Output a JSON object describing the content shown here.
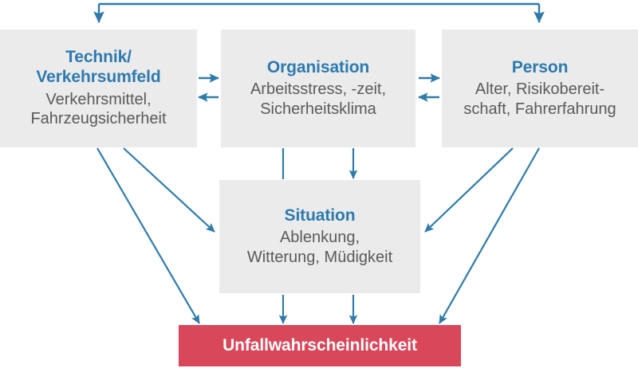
{
  "diagram": {
    "language": "de",
    "colors": {
      "accent_blue": "#2d7ab0",
      "arrow_blue": "#2e7bab",
      "box_grey": "#ebebeb",
      "body_grey": "#5a5a5a",
      "outcome_red": "#d9475a",
      "outcome_text": "#ffffff",
      "background": "#ffffff"
    },
    "nodes": [
      {
        "id": "technik",
        "title": "Technik/\nVerkehrsumfeld",
        "body": "Verkehrsmittel,\nFahrzeugsicherheit"
      },
      {
        "id": "organisation",
        "title": "Organisation",
        "body": "Arbeitsstress, -zeit,\nSicherheitsklima"
      },
      {
        "id": "person",
        "title": "Person",
        "body": "Alter, Risikobereit-\nschaft, Fahrerfahrung"
      },
      {
        "id": "situation",
        "title": "Situation",
        "body": "Ablenkung,\nWitterung, Müdigkeit"
      },
      {
        "id": "unfall",
        "title": "Unfallwahrscheinlichkeit",
        "body": ""
      }
    ],
    "edges": [
      {
        "from": "technik",
        "to": "person",
        "style": "bracket-top",
        "bidirectional": false
      },
      {
        "from": "technik",
        "to": "organisation",
        "style": "horizontal",
        "bidirectional": true
      },
      {
        "from": "organisation",
        "to": "person",
        "style": "horizontal",
        "bidirectional": true
      },
      {
        "from": "organisation",
        "to": "situation",
        "style": "vertical",
        "bidirectional": false
      },
      {
        "from": "technik",
        "to": "situation",
        "style": "diagonal",
        "bidirectional": false
      },
      {
        "from": "person",
        "to": "situation",
        "style": "diagonal",
        "bidirectional": false
      },
      {
        "from": "technik",
        "to": "unfall",
        "style": "diagonal",
        "bidirectional": false
      },
      {
        "from": "person",
        "to": "unfall",
        "style": "diagonal",
        "bidirectional": false
      },
      {
        "from": "organisation",
        "to": "unfall",
        "style": "vertical",
        "bidirectional": false
      },
      {
        "from": "situation",
        "to": "unfall",
        "style": "vertical",
        "bidirectional": false
      }
    ]
  }
}
